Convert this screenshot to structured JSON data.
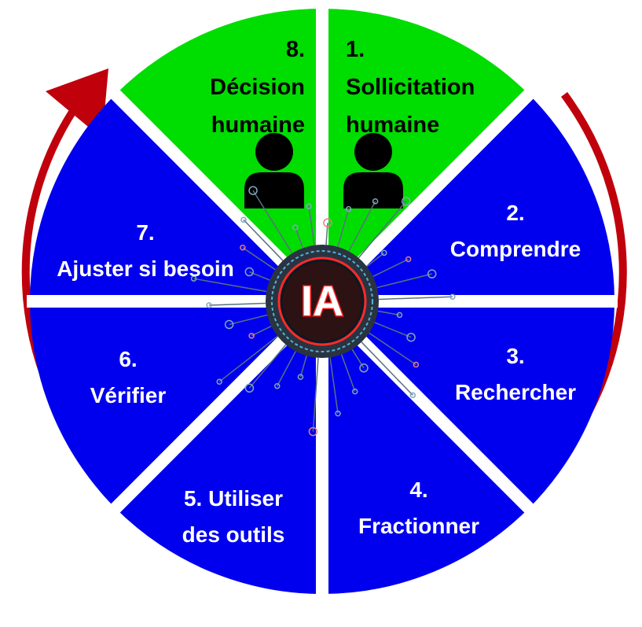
{
  "center": {
    "label": "IA"
  },
  "colors": {
    "human": "#00dd00",
    "ai": "#0000ee",
    "arrow": "#c0000b",
    "separator": "#ffffff",
    "core": "#1e2a36",
    "core_glow": "#ff3030",
    "circuit": "#5a7080"
  },
  "segments": [
    {
      "line1": "1.",
      "line2": "Sollicitation",
      "line3": "humaine",
      "kind": "human",
      "icon": "person-icon"
    },
    {
      "line1": "2.",
      "line2": "Comprendre",
      "kind": "ai"
    },
    {
      "line1": "3.",
      "line2": "Rechercher",
      "kind": "ai"
    },
    {
      "line1": "4.",
      "line2": "Fractionner",
      "kind": "ai"
    },
    {
      "line1": "5. Utiliser",
      "line2": "des outils",
      "kind": "ai"
    },
    {
      "line1": "6.",
      "line2": "Vérifier",
      "kind": "ai"
    },
    {
      "line1": "7.",
      "line2": "Ajuster si besoin",
      "kind": "ai"
    },
    {
      "line1": "8.",
      "line2": "Décision",
      "line3": "humaine",
      "kind": "human",
      "icon": "person-icon"
    }
  ],
  "cycle_arrow": {
    "direction": "clockwise",
    "icon": "arrowhead-icon"
  }
}
